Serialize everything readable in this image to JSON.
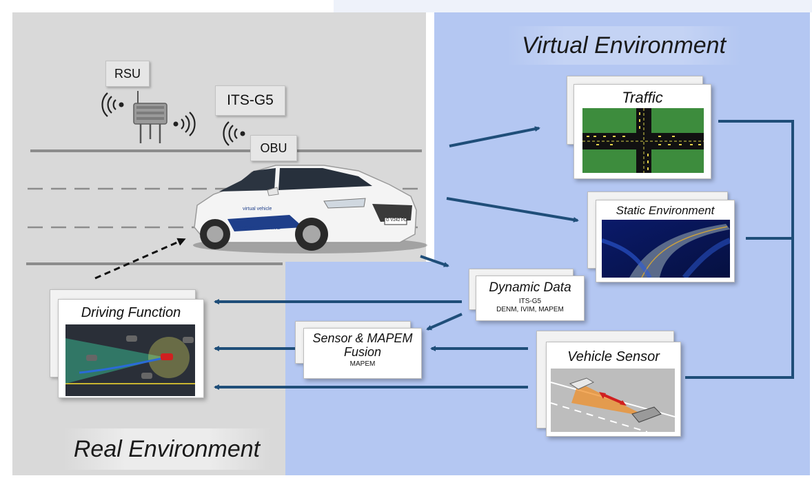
{
  "regions": {
    "virtual_title": "Virtual Environment",
    "real_title": "Real Environment"
  },
  "labels": {
    "rsu": "RSU",
    "its_g5": "ITS-G5",
    "obu": "OBU"
  },
  "vehicle": {
    "brand_text": "virtual vehicle",
    "door_text": "AUTOMATED DRIVE",
    "plate": "G V242 PD"
  },
  "cards": {
    "traffic": {
      "title": "Traffic"
    },
    "static_env": {
      "title": "Static Environment"
    },
    "dynamic_data": {
      "title": "Dynamic Data",
      "sub1": "ITS-G5",
      "sub2": "DENM, IVIM, MAPEM"
    },
    "sensor_fusion": {
      "title1": "Sensor & MAPEM",
      "title2": "Fusion",
      "sub": "MAPEM"
    },
    "vehicle_sensor": {
      "title": "Vehicle Sensor"
    },
    "driving_function": {
      "title": "Driving Function"
    }
  },
  "colors": {
    "real_bg": "#d9d9d9",
    "virtual_bg": "#b4c7f2",
    "arrow": "#1f4e79"
  }
}
